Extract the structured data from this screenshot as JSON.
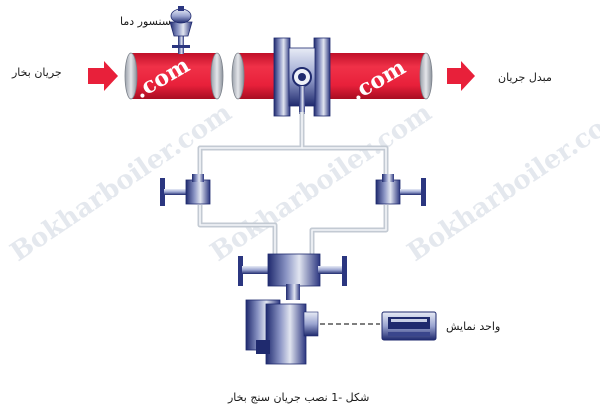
{
  "labels": {
    "steam_flow": "جریان بخار",
    "temp_sensor": "سنسور دما",
    "flow_converter": "مبدل جریان",
    "display_unit": "واحد نمایش",
    "caption": "شکل -1 نصب جریان سنج بخار"
  },
  "watermarks": {
    "site_text": "Bokharboiler.com",
    "pipe_text": ".com"
  },
  "colors": {
    "pipe": "#e8203a",
    "pipe_shadow": "#b5112a",
    "arrow": "#e8203a",
    "metal_light": "#e1e5f0",
    "metal_dark": "#1f2a6e",
    "tube": "#d8dde4",
    "watermark": "#e4e8ee"
  }
}
